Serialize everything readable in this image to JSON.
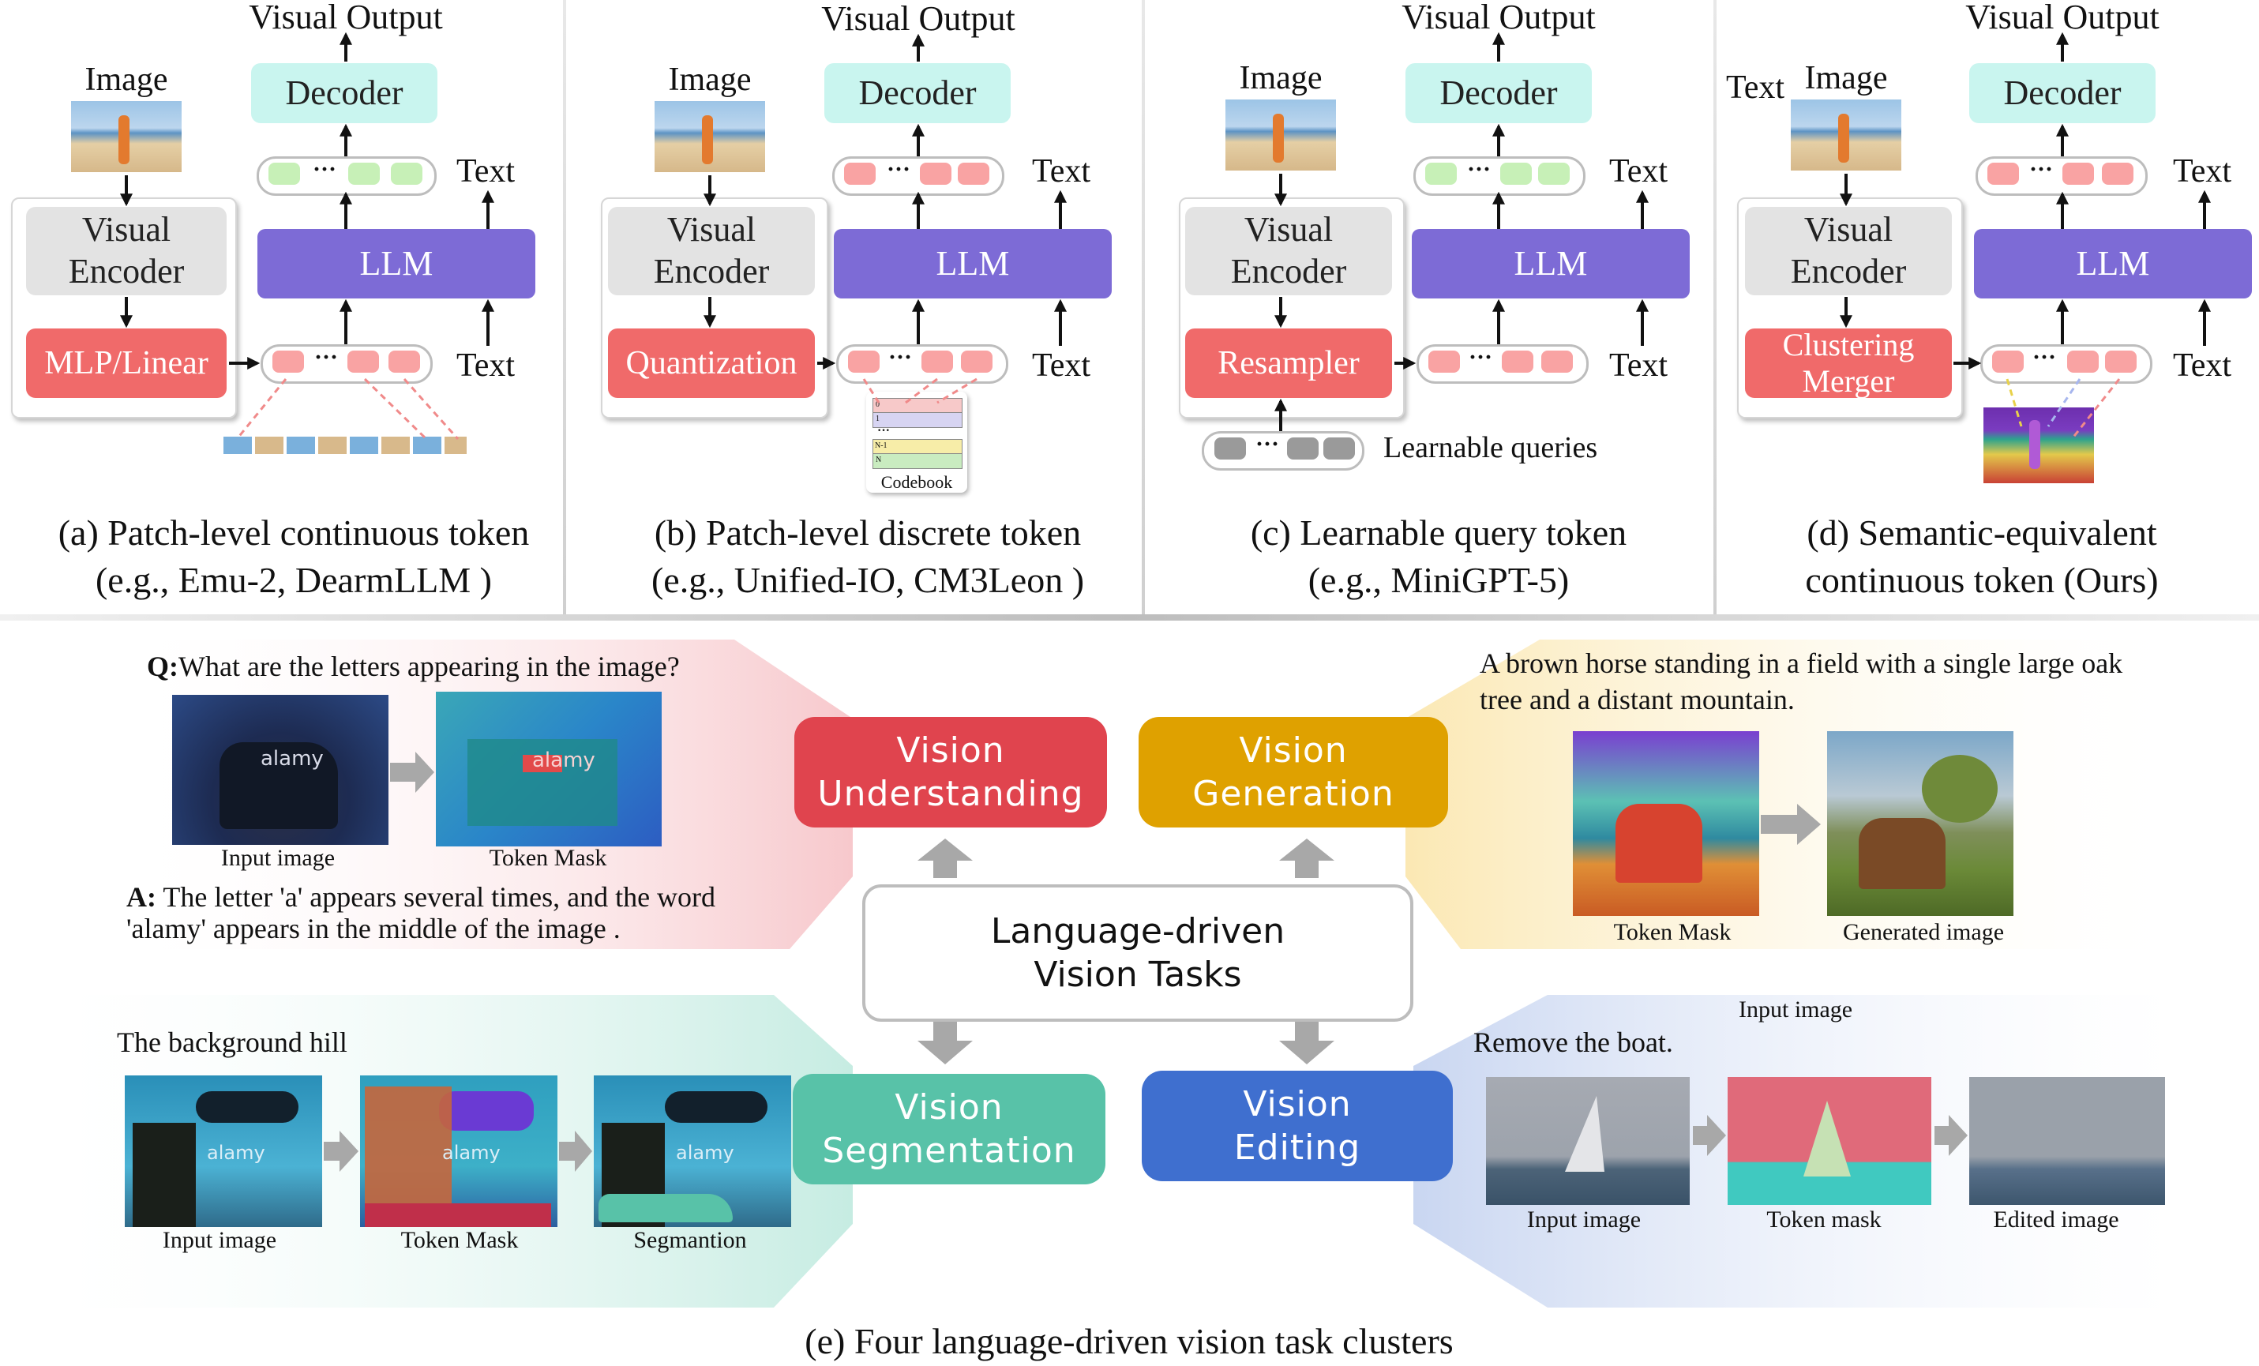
{
  "panels": {
    "a": {
      "image": "Image",
      "visual_output": "Visual Output",
      "decoder": "Decoder",
      "text_top": "Text",
      "text_bottom": "Text",
      "encoder": "Visual\nEncoder",
      "adapter": "MLP/Linear",
      "llm": "LLM",
      "caption_line1": "(a) Patch-level continuous token",
      "caption_line2": "(e.g., Emu-2, DearmLLM )"
    },
    "b": {
      "image": "Image",
      "visual_output": "Visual Output",
      "decoder": "Decoder",
      "text_top": "Text",
      "text_bottom": "Text",
      "encoder": "Visual\nEncoder",
      "adapter": "Quantization",
      "llm": "LLM",
      "codebook": "Codebook",
      "codebook_rows": [
        "0",
        "1",
        "N-1",
        "N"
      ],
      "caption_line1": "(b) Patch-level discrete token",
      "caption_line2": "(e.g., Unified-IO, CM3Leon )"
    },
    "c": {
      "image": "Image",
      "visual_output": "Visual Output",
      "decoder": "Decoder",
      "text_top": "Text",
      "text_bottom": "Text",
      "encoder": "Visual\nEncoder",
      "adapter": "Resampler",
      "llm": "LLM",
      "queries": "Learnable queries",
      "caption_line1": "(c) Learnable query token",
      "caption_line2": "(e.g., MiniGPT-5)"
    },
    "d": {
      "image": "Image",
      "text_left": "Text",
      "visual_output": "Visual Output",
      "decoder": "Decoder",
      "text_top": "Text",
      "text_bottom": "Text",
      "encoder": "Visual\nEncoder",
      "adapter": "Clustering\nMerger",
      "llm": "LLM",
      "caption_line1": "(d) Semantic-equivalent",
      "caption_line2": "continuous token (Ours)"
    }
  },
  "center": {
    "label": "Language-driven\nVision Tasks"
  },
  "tasks": {
    "understanding": {
      "label": "Vision\nUnderstanding",
      "color": "#e0444e"
    },
    "generation": {
      "label": "Vision\nGeneration",
      "color": "#dfa100"
    },
    "segmentation": {
      "label": "Vision\nSegmentation",
      "color": "#58c2a8"
    },
    "editing": {
      "label": "Vision\nEditing",
      "color": "#3f6fcf"
    }
  },
  "understanding": {
    "q_prefix": "Q:",
    "q_text": "What are the letters appearing in the image?",
    "img1": "Input image",
    "img2": "Token Mask",
    "a_prefix": "A:",
    "a_line1": "The letter 'a' appears several times, and the word",
    "a_line2": "'alamy' appears in the middle of the image ."
  },
  "generation": {
    "prompt_line1": "A brown horse standing in a field with a single large oak",
    "prompt_line2": "tree and a distant mountain.",
    "img1": "Token Mask",
    "img2": "Generated image"
  },
  "segmentation": {
    "prompt": "The background hill",
    "img1": "Input image",
    "img2": "Token Mask",
    "img3": "Segmantion"
  },
  "editing": {
    "prompt": "Remove the boat.",
    "top_label": "Input image",
    "img1": "Input image",
    "img2": "Token mask",
    "img3": "Edited image"
  },
  "watermark": "alamy",
  "caption_e": "(e) Four language-driven vision task clusters"
}
